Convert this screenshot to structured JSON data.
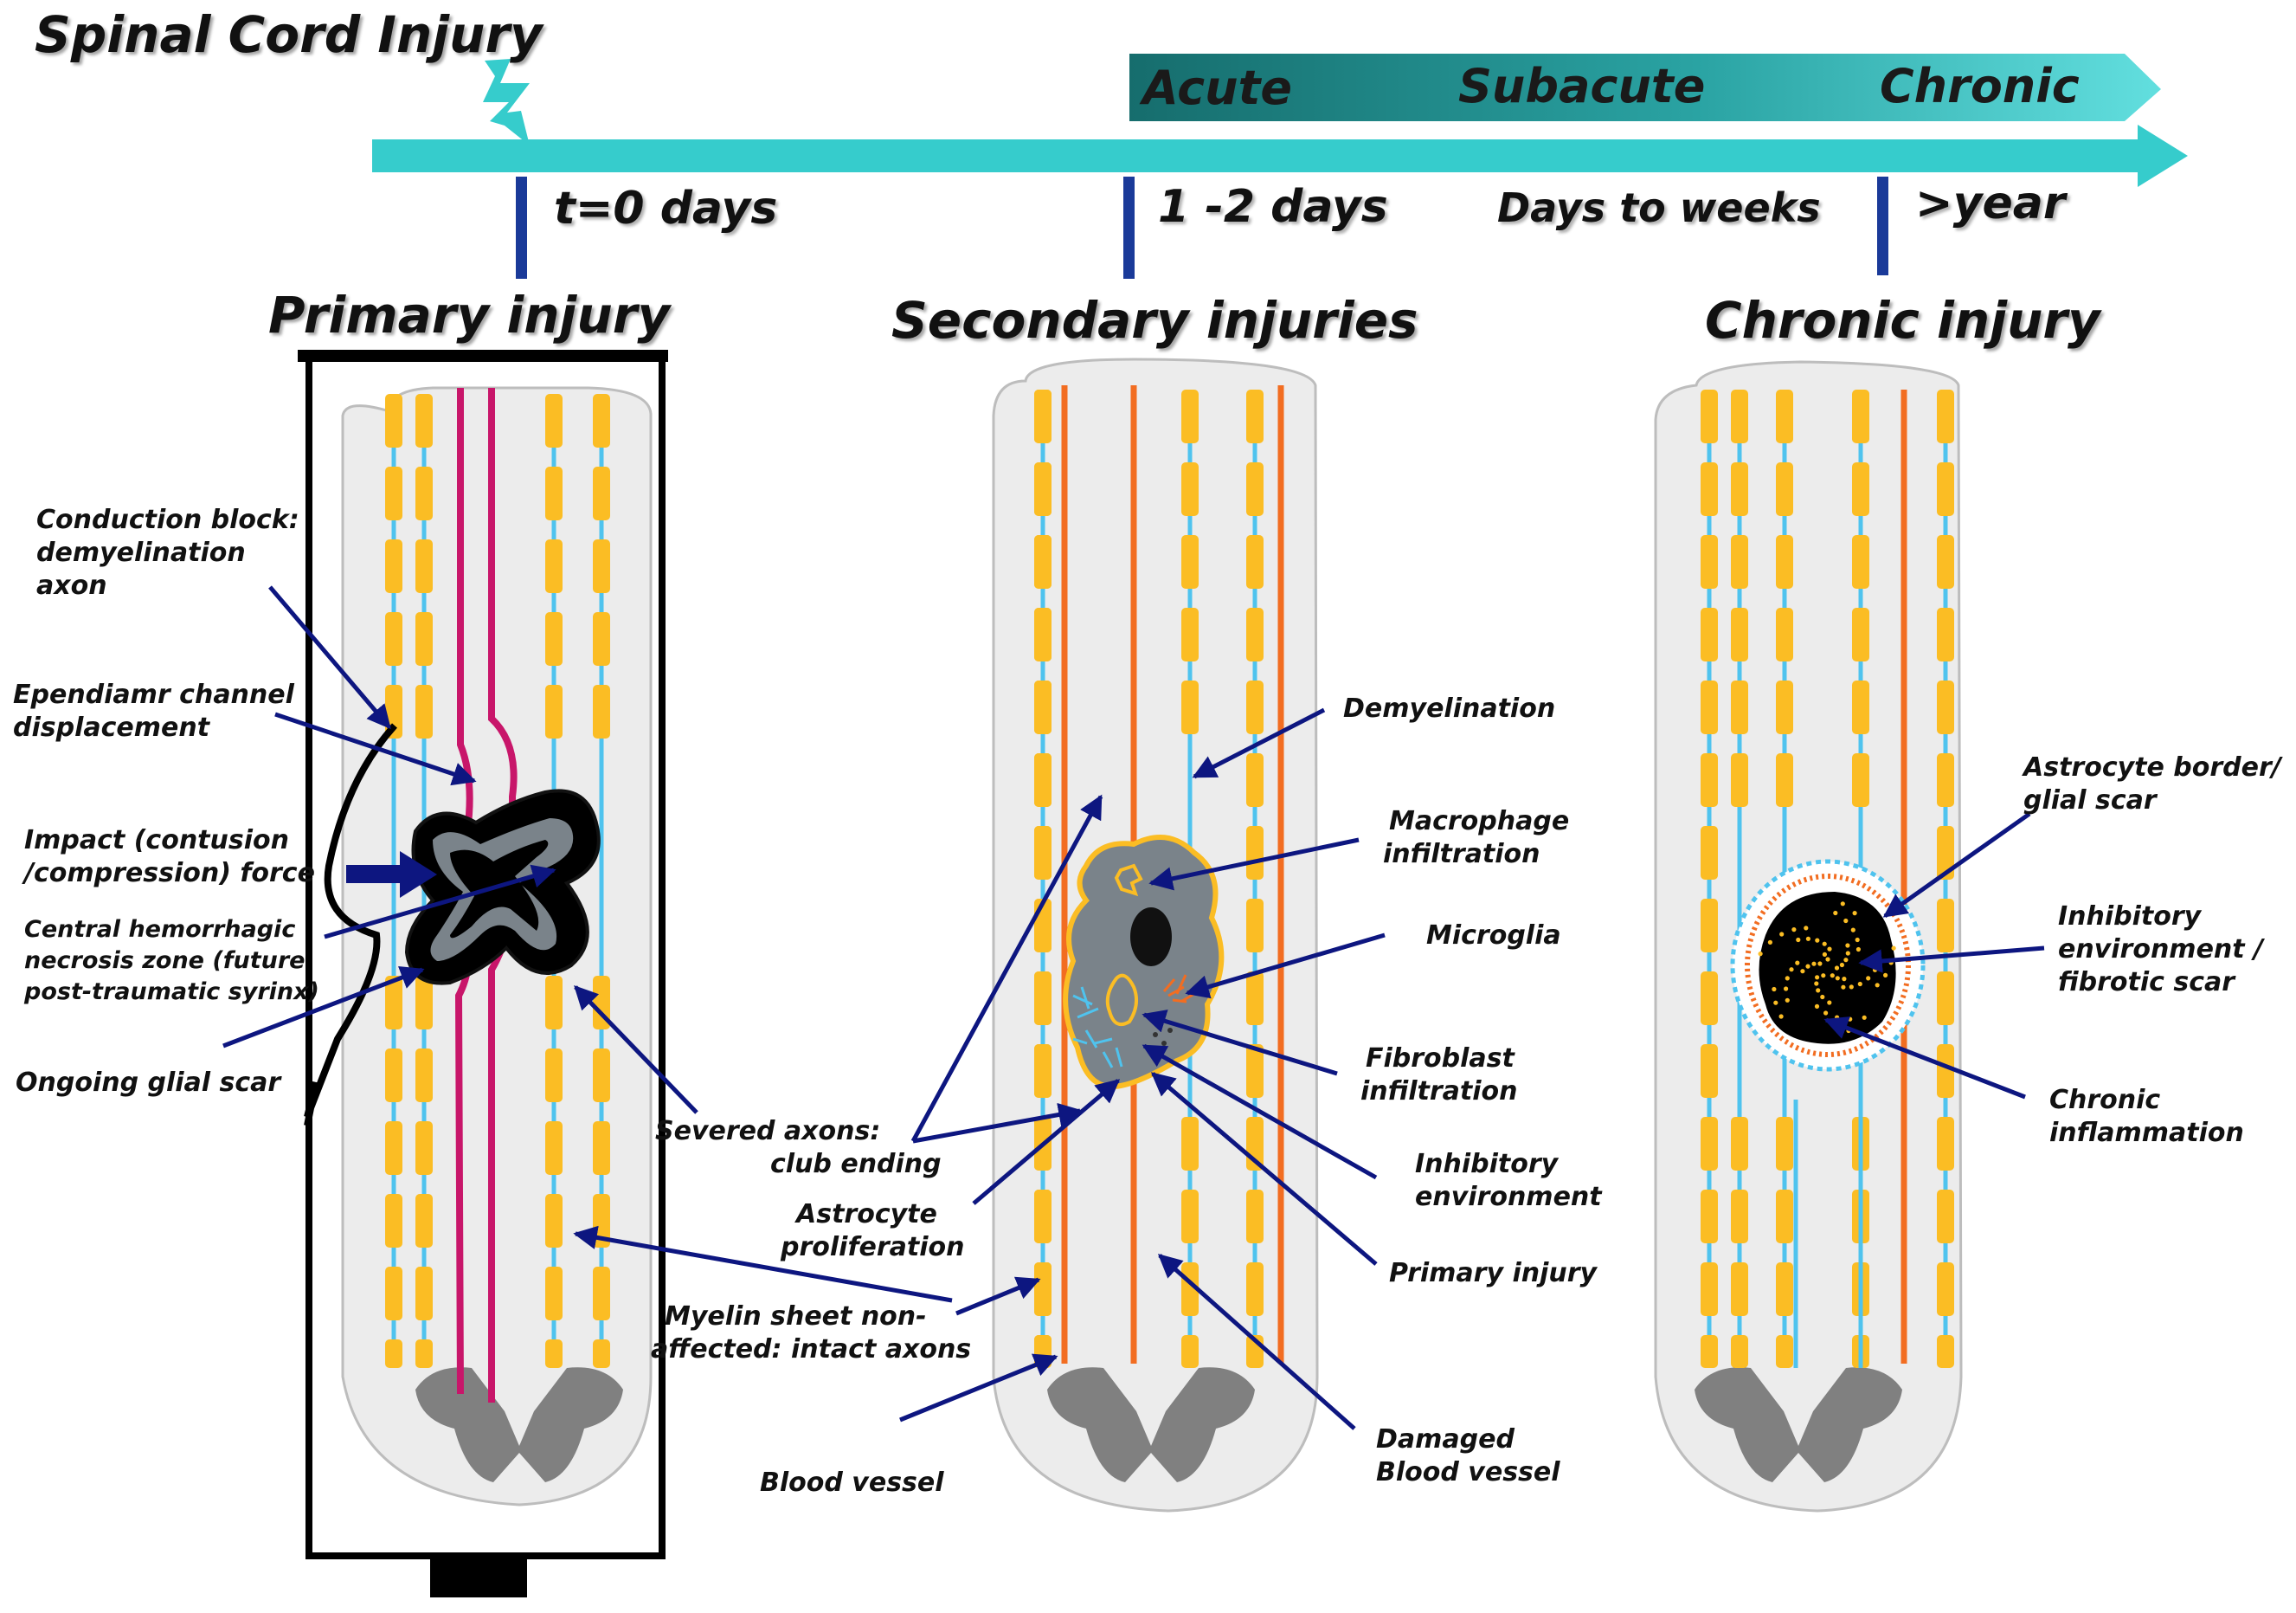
{
  "title": "Spinal Cord Injury",
  "phases": {
    "acute": "Acute",
    "subacute": "Subacute",
    "chronic": "Chronic"
  },
  "timepoints": {
    "t0": "t=0 days",
    "d12": "1 -2 days",
    "weeks": "Days to weeks",
    "year": ">year"
  },
  "panels": {
    "primary": "Primary injury",
    "secondary": "Secondary  injuries",
    "chronic": "Chronic injury"
  },
  "labels": {
    "conduction": [
      "Conduction block:",
      "demyelination",
      "axon"
    ],
    "ependymal": [
      "Ependiamr channel",
      "displacement"
    ],
    "impact": [
      "Impact (contusion",
      "/compression) force"
    ],
    "necrosis": [
      "Central hemorrhagic",
      "necrosis zone (future",
      "post-traumatic syrinx)"
    ],
    "glial": [
      "Ongoing glial scar"
    ],
    "severed": [
      "Severed axons:",
      "club ending"
    ],
    "myelin": [
      "Myelin sheet non-",
      "affected: intact axons"
    ],
    "demyelination": [
      "Demyelination"
    ],
    "macrophage": [
      "Macrophage",
      "infiltration"
    ],
    "microglia": [
      "Microglia"
    ],
    "fibroblast": [
      "Fibroblast",
      "infiltration"
    ],
    "inhibitory": [
      "Inhibitory",
      "environment"
    ],
    "primaryInj": [
      "Primary injury"
    ],
    "damaged": [
      "Damaged",
      "Blood vessel"
    ],
    "astro": [
      "Astrocyte",
      "proliferation"
    ],
    "blood": [
      "Blood vessel"
    ],
    "astroBorder": [
      "Astrocyte border/",
      "glial scar"
    ],
    "inhibFib": [
      "Inhibitory",
      "environment /",
      "fibrotic scar"
    ],
    "chronicInfl": [
      "Chronic",
      "inflammation"
    ]
  },
  "colors": {
    "timeline": "#36cccc",
    "phaseDark": "#166d6d",
    "tick": "#1a3a99",
    "arrow": "#0d1680",
    "myelin": "#fbbd24",
    "axon": "#4fc3ee",
    "severed": "#c8166a",
    "vessel": "#f26d21",
    "lesion": "#7a838a",
    "cordFill": "#ececec",
    "grey": "#808080"
  }
}
